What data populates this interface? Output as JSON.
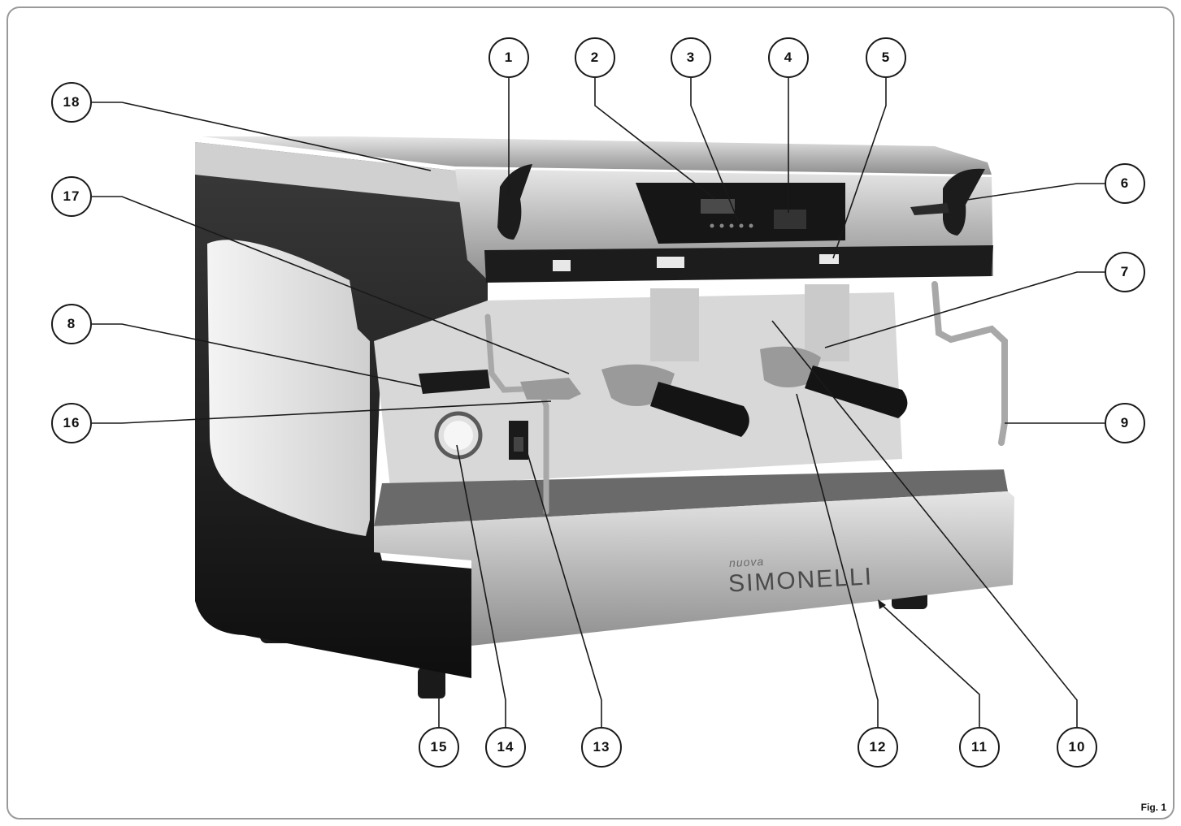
{
  "figure": {
    "caption": "Fig. 1",
    "brand": {
      "line1": "nuova",
      "line2": "SIMONELLI"
    }
  },
  "callouts": [
    "1",
    "2",
    "3",
    "4",
    "5",
    "6",
    "7",
    "8",
    "9",
    "10",
    "11",
    "12",
    "13",
    "14",
    "15",
    "16",
    "17",
    "18"
  ],
  "colors": {
    "machine_body": "#1e1e1e",
    "stainless": "#c4c4c4",
    "side_panel": "#e2e2e2",
    "outline": "#1a1a1a",
    "frame": "#9a9a9a"
  }
}
